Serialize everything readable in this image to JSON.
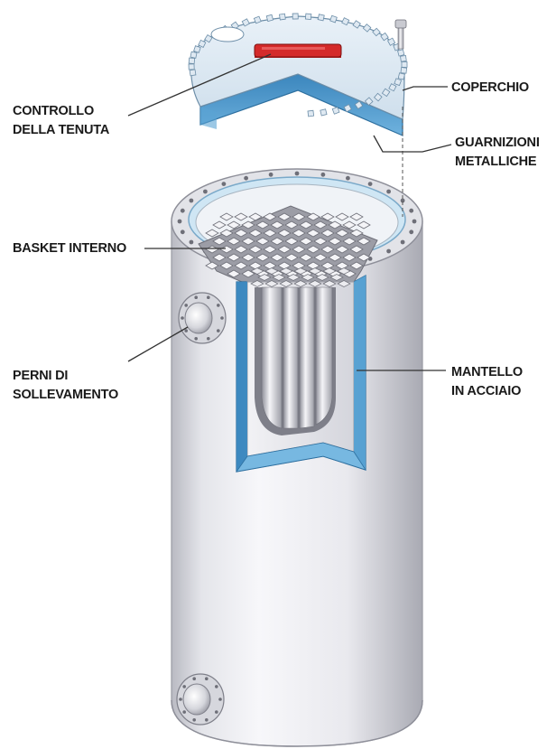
{
  "labels": {
    "coperchio": [
      "COPERCHIO"
    ],
    "controllo": [
      "CONTROLLO",
      "DELLA TENUTA"
    ],
    "guarnizioni": [
      "GUARNIZIONI",
      "METALLICHE"
    ],
    "basket": [
      "BASKET INTERNO"
    ],
    "perni": [
      "PERNI DI",
      "SOLLEVAMENTO"
    ],
    "mantello": [
      "MANTELLO",
      "IN ACCIAIO"
    ]
  },
  "colors": {
    "steel_light": "#f3f3f6",
    "steel_mid": "#c9cad1",
    "steel_dark": "#8e8f99",
    "shell_section": "#4f9ccf",
    "shell_section_light": "#8dc6e8",
    "lid_top": "#dde9f3",
    "seal_red": "#d42a2a",
    "leader": "#333333"
  }
}
